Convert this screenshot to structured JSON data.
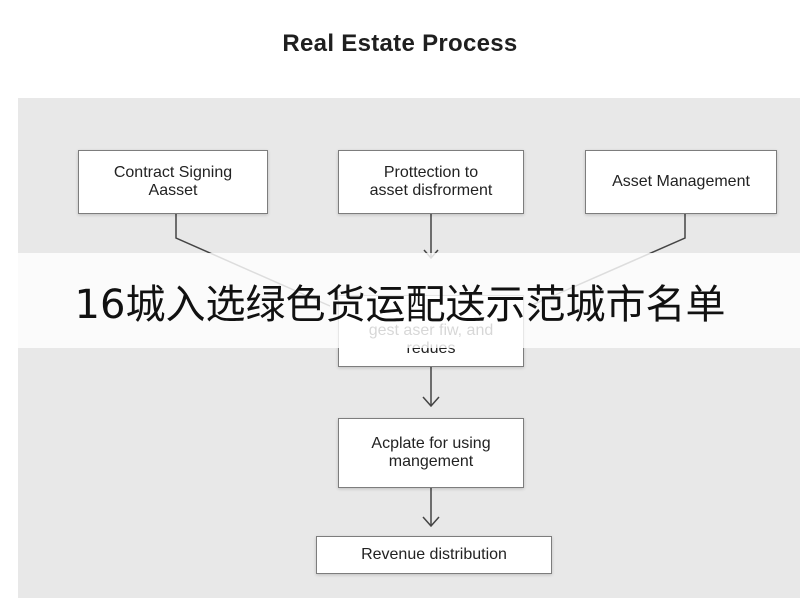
{
  "diagram": {
    "title": "Real Estate Process",
    "nodes": {
      "contract": "Contract Signing\nAasset",
      "protection": "Prottection to\nasset disfrorment",
      "asset_management": "Asset Management",
      "center": "gest aser fiw, and\nredues",
      "acplate": "Acplate for using\nmangement",
      "revenue": "Revenue distribution"
    },
    "edges": [
      {
        "from": "contract",
        "to": "center"
      },
      {
        "from": "protection",
        "to": "center"
      },
      {
        "from": "asset_management",
        "to": "center"
      },
      {
        "from": "center",
        "to": "acplate"
      },
      {
        "from": "acplate",
        "to": "revenue"
      }
    ]
  },
  "overlay": {
    "banner_text": "16城入选绿色货运配送示范城市名单"
  },
  "colors": {
    "panel": "#e8e8e8",
    "box_border": "#7d7d7d",
    "line": "#444444"
  }
}
